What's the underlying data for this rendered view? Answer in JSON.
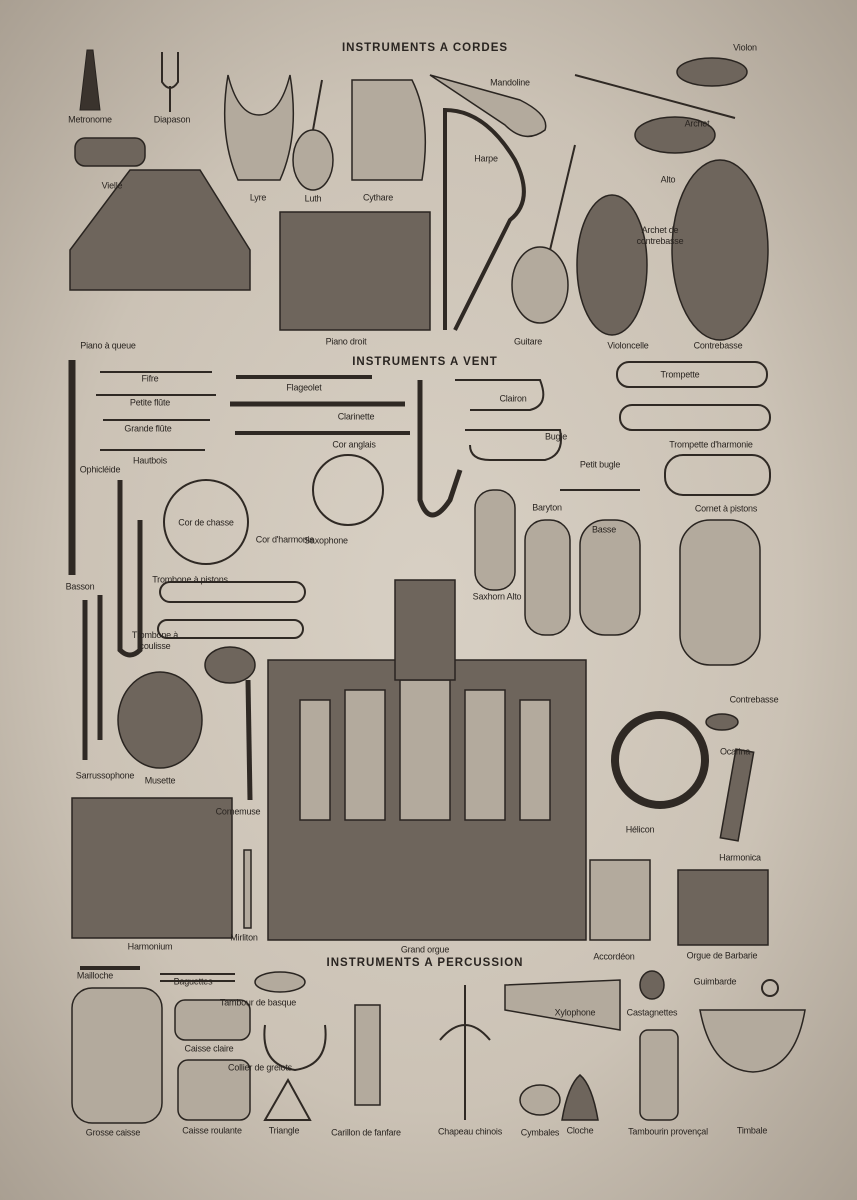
{
  "sections": {
    "strings": "INSTRUMENTS A CORDES",
    "wind": "INSTRUMENTS A VENT",
    "percussion": "INSTRUMENTS A PERCUSSION"
  },
  "strings": [
    "Metronome",
    "Diapason",
    "Vielle",
    "Lyre",
    "Luth",
    "Cythare",
    "Mandoline",
    "Harpe",
    "Violon",
    "Archet",
    "Alto",
    "Archet de contrebasse",
    "Piano à queue",
    "Piano droit",
    "Guitare",
    "Violoncelle",
    "Contrebasse"
  ],
  "wind": [
    "Fifre",
    "Petite flûte",
    "Grande flûte",
    "Hautbois",
    "Flageolet",
    "Clarinette",
    "Cor anglais",
    "Ophicléide",
    "Cor de chasse",
    "Cor d'harmonie",
    "Saxophone",
    "Clairon",
    "Bugle",
    "Petit bugle",
    "Trompette",
    "Trompette d'harmonie",
    "Cornet à pistons",
    "Baryton",
    "Basse",
    "Saxhorn Alto",
    "Basson",
    "Trombone à pistons",
    "Trombone à coulisse",
    "Contrebasse",
    "Ocarina",
    "Hélicon",
    "Harmonica",
    "Sarrussophone",
    "Musette",
    "Cornemuse",
    "Harmonium",
    "Mirliton",
    "Grand orgue",
    "Accordéon",
    "Orgue de Barbarie"
  ],
  "percussion": [
    "Mailloche",
    "Baguettes",
    "Tambour de basque",
    "Caisse claire",
    "Collier de grelots",
    "Grosse caisse",
    "Caisse roulante",
    "Triangle",
    "Carillon de fanfare",
    "Chapeau chinois",
    "Cymbales",
    "Cloche",
    "Tambourin provençal",
    "Timbale",
    "Xylophone",
    "Castagnettes",
    "Guimbarde"
  ],
  "colors": {
    "paper": "#d8d0c4",
    "ink": "#2a2521"
  }
}
